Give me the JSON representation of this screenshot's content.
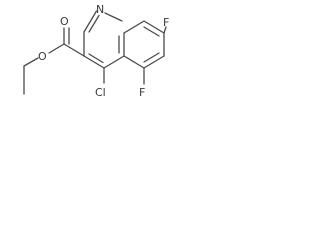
{
  "molecule": {
    "atoms": {
      "nitrogen": "N",
      "fluorine_top": "F",
      "fluorine_bottom": "F",
      "chlorine": "Cl",
      "carbonyl_oxygen": "O",
      "ether_oxygen": "O"
    }
  },
  "colors": {
    "bond": "#4a4a4a",
    "label": "#3a3a3a",
    "background": "#ffffff"
  }
}
